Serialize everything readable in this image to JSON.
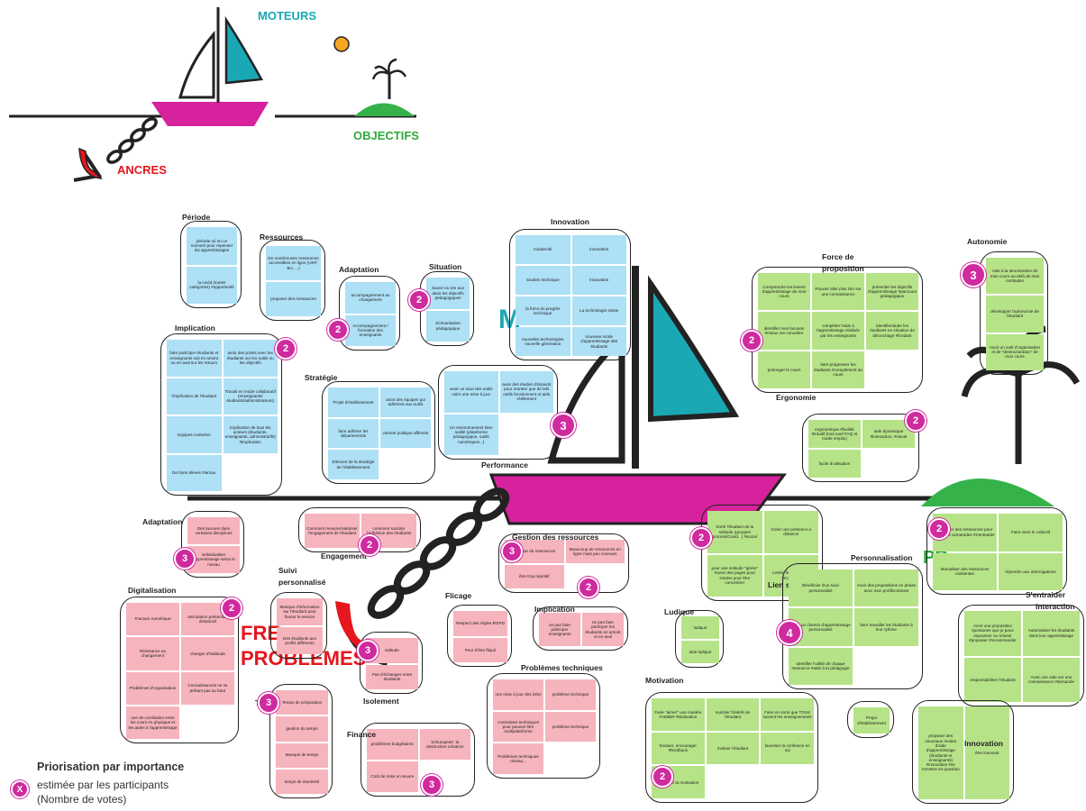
{
  "legend_top": {
    "moteurs": "MOTEURS",
    "objectifs": "OBJECTIFS",
    "ancres": "ANCRES"
  },
  "background": {
    "moteurs_fragment": "M",
    "problemes_fragment_1": "FRE",
    "problemes_fragment_2": "PROBLÈMES",
    "objectifs_fragment": "PR"
  },
  "votes_legend": {
    "marker": "X",
    "title": "Priorisation par importance",
    "line2": "estimée par les participants",
    "line3": "(Nombre de votes)"
  },
  "colors": {
    "moteurs": "#1aa8b4",
    "objectifs": "#2ea83a",
    "ancres": "#e5161c",
    "boat": "#d6229c",
    "island": "#36b24a",
    "vote": "#cf2a9e"
  },
  "clusters": [
    {
      "id": "periode",
      "title": "Période",
      "color": "blue",
      "notes": [
        "période où en ce moment pour repenser les apprentissages",
        "la covid (toutes catégories) #opportunité"
      ],
      "votes": null
    },
    {
      "id": "ressources",
      "title": "Ressources",
      "color": "blue",
      "notes": [
        "De nombreuses ressources accessibles en ligne (UNT, BU, ...)",
        "proposer des ressources"
      ],
      "votes": null
    },
    {
      "id": "adaptation_m",
      "title": "Adaptation",
      "color": "blue",
      "notes": [
        "accompagnement au changement",
        "Accompagnement / formation des enseignants"
      ],
      "votes": "2"
    },
    {
      "id": "situation",
      "title": "Situation",
      "color": "blue",
      "notes": [
        "Savoir ou (en aux dans les objectifs pédagogiques",
        "Scénarisation pédagogique"
      ],
      "votes": "2"
    },
    {
      "id": "innovation_m",
      "title": "Innovation",
      "color": "blue",
      "notes": [
        "modernité",
        "innovation",
        "Soutien technique",
        "Innovation",
        "la force du progrès technique",
        "La technologie existe",
        "nouvelles technologies nouvelle génération",
        "nouveau mode d'apprentissage des étudiants"
      ],
      "votes": null
    },
    {
      "id": "implication_m",
      "title": "Implication",
      "color": "blue",
      "notes": [
        "faire participer étudiants et enseignants soit en amont ou en aval sur les retours",
        "avoir des points avec les étudiants sur les outils ou les objectifs",
        "l'implication de l'étudiant",
        "Travail en mode collaboratif (enseignants/ étudiants/administrateurs)",
        "Equipes motivées",
        "Implication de tous les acteurs (étudiants, enseignants, administratifs) #implication",
        "De bons élèves #larnau"
      ],
      "votes": "2"
    },
    {
      "id": "strategie",
      "title": "Stratégie",
      "color": "blue",
      "notes": [
        "Projet d'établissement",
        "avoir des équipes qui adhèrent aux outils",
        "faire adhérer les départements",
        "volonté politique affirmée",
        "Elément de la stratégie de l'établissement"
      ],
      "votes": null
    },
    {
      "id": "performance",
      "title": "Performance",
      "color": "blue",
      "notes": [
        "avoir un suivi des outils voire une mise à jour",
        "avoir des études d'impacts pour montrer que de tels outils fonctionnent et aide réellement",
        "Un environnement bien outillé (plateforme pédagogique, outils numériques...)"
      ],
      "votes": "3"
    },
    {
      "id": "force",
      "title": "Force de proposition",
      "color": "green",
      "notes": [
        "Comprendre les leviers d'apprentissage de mon cours",
        "Pouvoir aller plus loin sur une connaissance",
        "présenter les objectifs d'apprentissage #parcours pédagogique",
        "identifier mes lacunes #mieux me connaître",
        "compléter l'aide à l'apprentissage réalisée par les enseignants",
        "Identifier/aider les étudiants en situation de décrochage #fondant",
        "prolonger le cours",
        "faire progresser les étudiants #complément du cours"
      ],
      "votes": "2"
    },
    {
      "id": "autonomie",
      "title": "Autonomie",
      "color": "green",
      "notes": [
        "Aide à la structuration de mon cours au-delà de mes certitudes",
        "développer l'autonomie de l'étudiant",
        "Avoir un outil d'organisation et de \"destructuration\" de mon cours"
      ],
      "votes": "3"
    },
    {
      "id": "ergonomie",
      "title": "Ergonomie",
      "color": "green",
      "notes": [
        "ergonomique #facilité #intuitif (tout sauf FAQ et mode emploi)",
        "aide dynamique #interaction, #visuel",
        "facile d'utilisation"
      ],
      "votes": "2"
    },
    {
      "id": "lien",
      "title": "Lien social",
      "color": "green",
      "notes": [
        "Sortir l'étudiant de la solitude (groupes promos/Covid...) #social",
        "Créer une présence à distance",
        "pour une solitude \"gérée\" #avoir des pages pour s'isoler pour être concentrer",
        "Limiter les distances #collectif"
      ],
      "votes": "2"
    },
    {
      "id": "sentraider",
      "title": "S'entraider",
      "color": "green",
      "notes": [
        "Proposer des ressources pour aider les camarades #s'entraider",
        "Faire vivre le collectif",
        "Mutualiser des ressources existantes",
        "répondre aux interrogations"
      ],
      "votes": "2"
    },
    {
      "id": "personnalisation",
      "title": "Personnalisation",
      "color": "green",
      "notes": [
        "Bénéficier d'un suivi personnalisé",
        "Avoir des propositions en phase avec mon profil/contexte",
        "Avoir un chemin d'apprentissage personnalisé",
        "faire travailler les étudiants à leur rythme",
        "Identifier l'utilité de chaque ressource #aide à la pédagogie"
      ],
      "votes": "4"
    },
    {
      "id": "interaction",
      "title": "Interaction",
      "color": "green",
      "notes": [
        "Avoir une proposition spontanée que je peux repousser ou refuser #proposer #recommander",
        "Automatiser les étudiants dans leur apprentissage",
        "responsabiliser l'étudiant",
        "Avoir une aide sur une connaissance #demande"
      ],
      "votes": null
    },
    {
      "id": "ludique",
      "title": "Ludique",
      "color": "green",
      "notes": [
        "ludique",
        "aide ludique"
      ],
      "votes": null
    },
    {
      "id": "motivation",
      "title": "Motivation",
      "color": "green",
      "notes": [
        "Faire \"aimer\" une matière #AIMER #Motivation",
        "susciter l'intérêt de l'étudiant",
        "Faire en sorte que TOUS suivent les enseignements",
        "Evaluer, encourager #feedback",
        "motiver l'étudiant",
        "favoriser la confiance en soi",
        "Maintenir la motivation"
      ],
      "votes": "2"
    },
    {
      "id": "projet_etab",
      "title": "",
      "color": "green",
      "notes": [
        "Projet d'établissement"
      ],
      "votes": null
    },
    {
      "id": "innovation_o",
      "title": "Innovation",
      "color": "green",
      "notes": [
        "proposer des nouveaux modes d'aide d'apprentissage (étudiants et enseignants) #innovation #se remettre en question",
        "être innovant"
      ],
      "votes": null
    },
    {
      "id": "adaptation_a",
      "title": "Adaptation",
      "color": "pink",
      "notes": [
        "Des lacunes dans certaines disciplines",
        "individualiser l'apprentissage selon le niveau"
      ],
      "votes": "3"
    },
    {
      "id": "engagement",
      "title": "Engagement",
      "color": "pink",
      "notes": [
        "Comment mesurer/valoriser l'engagement de l'étudiant",
        "comment susciter l'adhésion des étudiants"
      ],
      "votes": "2"
    },
    {
      "id": "gestion",
      "title": "Gestion des ressources",
      "color": "pink",
      "notes": [
        "Manque de ressources",
        "Beaucoup de ressources en ligne mais peu connues",
        "être trop répétitif"
      ],
      "votes": "3"
    },
    {
      "id": "digitalisation",
      "title": "Digitalisation",
      "color": "pink",
      "notes": [
        "Fracture numérique",
        "articulation présentiel/ distanciel",
        "Résistance au changement",
        "changer d'habitude",
        "Problèmes d'organisation",
        "Connaissances ne se prêtant pas au futur",
        "une de corrélation entre les cours en physique et les aides à l'apprentissage"
      ],
      "votes": "2"
    },
    {
      "id": "suivi",
      "title": "Suivi personnalisé",
      "color": "pink",
      "notes": [
        "Manque d'information sur l'étudiant pour fournir le service",
        "Des étudiants aux profils différents"
      ],
      "votes": null
    },
    {
      "id": "isolement",
      "title": "Isolement",
      "color": "pink",
      "notes": [
        "solitude",
        "Pas d'échanges entre étudiants"
      ],
      "votes": "3"
    },
    {
      "id": "temps",
      "title": "Temps",
      "color": "pink",
      "notes": [
        "Temps de préparation",
        "gestion du temps",
        "Manque de temps",
        "temps de réactivité"
      ],
      "votes": "3"
    },
    {
      "id": "flicage",
      "title": "Flicage",
      "color": "pink",
      "notes": [
        "Respect des règles RGPD",
        "Peur d'être fliqué"
      ],
      "votes": null
    },
    {
      "id": "implication_a",
      "title": "Implication",
      "color": "pink",
      "notes": [
        "ne pas faire participer enseignants",
        "ne pas faire participer les étudiants en amont et en aval"
      ],
      "votes": null
    },
    {
      "id": "techniques",
      "title": "Problèmes techniques",
      "color": "pink",
      "notes": [
        "non mise à jour des infos",
        "problème technique",
        "contraintes techniques pour pouvoir être multiplateforme",
        "problème technique",
        "Problèmes techniques réseau..."
      ],
      "votes": null
    },
    {
      "id": "finance",
      "title": "Finance",
      "color": "pink",
      "notes": [
        "problèmes budgétaires",
        "Schumpeter: la destruction créatrice",
        "Coût de mise en œuvre"
      ],
      "votes": "3"
    }
  ]
}
